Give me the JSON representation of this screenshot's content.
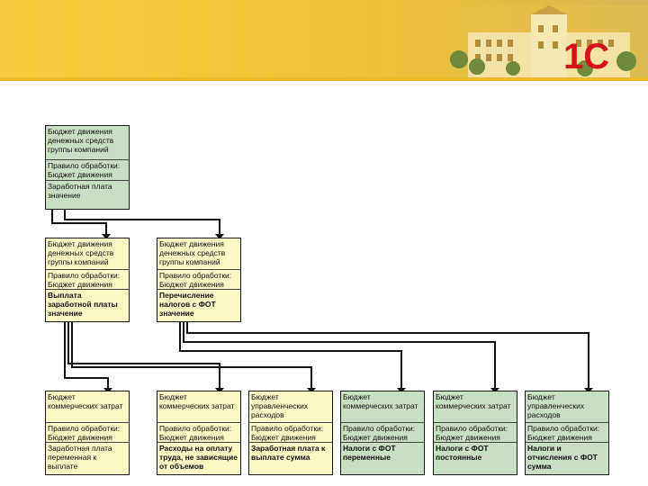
{
  "header": {
    "logo_text": "1С"
  },
  "boxes": {
    "top": {
      "title": "Бюджет движения денежных средств группы компаний",
      "processing": "Правило обработки: Бюджет движения",
      "item": "Заработная плата значение"
    },
    "mid1": {
      "title": "Бюджет движения денежных средств группы компаний",
      "processing": "Правило обработки: Бюджет движения",
      "item": "Выплата заработной платы значение"
    },
    "mid2": {
      "title": "Бюджет движения денежных средств группы компаний",
      "processing": "Правило обработки: Бюджет движения",
      "item": "Перечисление налогов с ФОТ значение"
    },
    "b1": {
      "title": "Бюджет коммерческих затрат",
      "processing": "Правило обработки: Бюджет движения",
      "item": "Заработная плата переменная к выплате"
    },
    "b2": {
      "title": "Бюджет коммерческих затрат",
      "processing": "Правило обработки: Бюджет движения",
      "item": "Расходы на оплату труда, не зависящие от объемов"
    },
    "b3": {
      "title": "Бюджет управленческих расходов",
      "processing": "Правило обработки: Бюджет движения",
      "item": "Заработная плата к выплате сумма"
    },
    "b4": {
      "title": "Бюджет коммерческих затрат",
      "processing": "Правило обработки: Бюджет движения",
      "item": "Налоги с ФОТ переменные"
    },
    "b5": {
      "title": "Бюджет коммерческих затрат",
      "processing": "Правило обработки: Бюджет движения",
      "item": "Налоги с ФОТ постоянные"
    },
    "b6": {
      "title": "Бюджет управленческих расходов",
      "processing": "Правило обработки: Бюджет движения",
      "item": "Налоги и отчисления с ФОТ сумма"
    }
  },
  "colors": {
    "header": "#f0c438",
    "green": "#c9dfc3",
    "yellow": "#fdf7c4",
    "logo": "#d3141a"
  }
}
